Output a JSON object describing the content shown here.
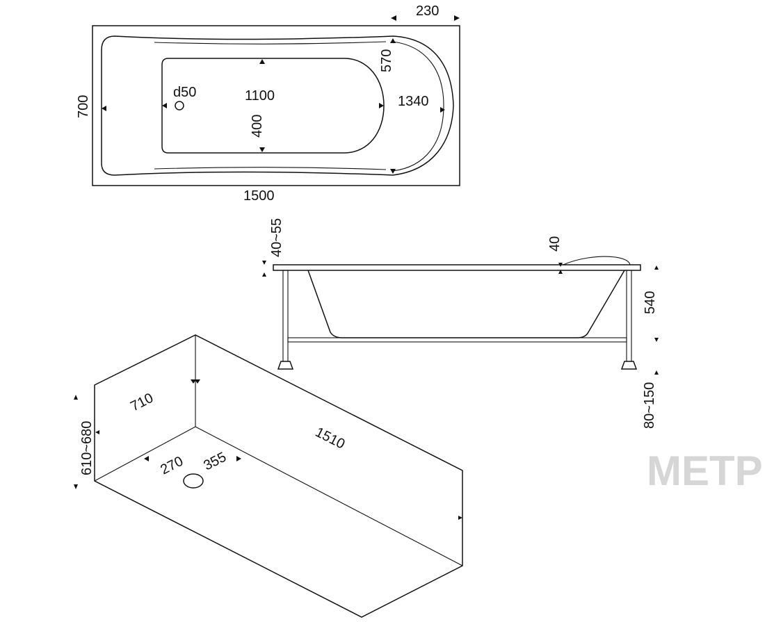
{
  "top_view": {
    "dims": {
      "width_230": "230",
      "depth_700": "700",
      "drain_d50": "d50",
      "inner_1100": "1100",
      "inner_1340": "1340",
      "inner_570": "570",
      "inner_400": "400",
      "length_1500": "1500"
    }
  },
  "side_view": {
    "dims": {
      "rim_40_55": "40~55",
      "rim_40": "40",
      "height_540": "540",
      "legs_80_150": "80~150"
    }
  },
  "box_view": {
    "dims": {
      "width_710": "710",
      "height_610_680": "610~680",
      "length_1510": "1510",
      "drain_270": "270",
      "drain_355": "355"
    }
  },
  "watermark": "МЕТР"
}
